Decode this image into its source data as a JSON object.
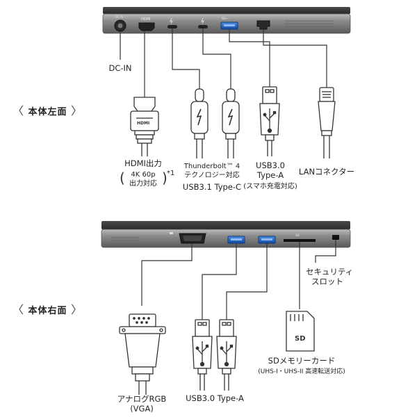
{
  "sections": {
    "left": "本体左面",
    "right": "本体右面"
  },
  "labels": {
    "dc_in": "DC-IN",
    "hdmi": {
      "line1": "HDMI出力",
      "spec": "4K 60p",
      "line3": "出力対応",
      "note": "*1"
    },
    "thunderbolt": {
      "line1": "Thunderbolt™ 4",
      "line2": "テクノロジー対応",
      "line3": "USB3.1 Type-C"
    },
    "usb_left": {
      "line1": "USB3.0",
      "line2": "Type-A",
      "line3": "(スマホ充電対応)"
    },
    "lan": "LANコネクター",
    "security": {
      "line1": "セキュリティ",
      "line2": "スロット"
    },
    "vga": {
      "line1": "アナログRGB",
      "line2": "(VGA)"
    },
    "usb_right": "USB3.0 Type-A",
    "sd": {
      "line1": "SDメモリーカード",
      "line2": "(UHS-I・UHS-II 高速転送対応)"
    }
  },
  "laptop_markings": {
    "dc": "DC IN",
    "hdmi": "HDMI",
    "ss": "SS⟵",
    "sd": "SD"
  },
  "colors": {
    "laptop_body": "#8a8a8a",
    "laptop_dark": "#3a3a3a",
    "usb_blue": "#1f66c4",
    "line": "#333333"
  }
}
